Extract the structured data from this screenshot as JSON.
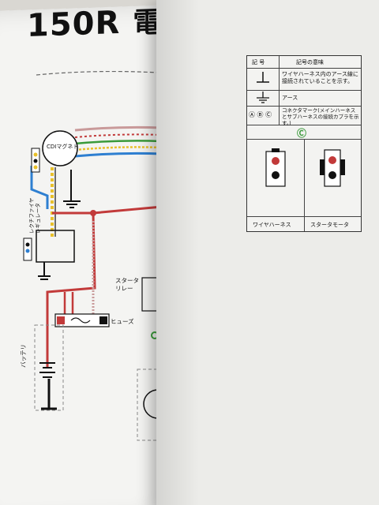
{
  "page": {
    "title_model": "150R",
    "title_kanji": "電"
  },
  "diagram_labels": {
    "cdi_magneto": "CDIマグネト",
    "rectifier": "レクチファイヤ\nレギュレータ",
    "starter_relay_line1": "スタータ",
    "starter_relay_line2": "リレー",
    "fuse": "ヒューズ",
    "battery": "バッテリ"
  },
  "legend": {
    "header_symbol": "記 号",
    "header_meaning": "記号の意味",
    "rows": [
      {
        "symbol": "wire-harness-ground-icon",
        "meaning": "ワイヤハーネス内のアース線に接続されていることを示す。"
      },
      {
        "symbol": "ground-icon",
        "meaning": "アース"
      },
      {
        "symbol": "connector-marks-icon",
        "symbol_text": "Ⓐ Ⓑ Ⓒ",
        "meaning": "コネクタマーク(メインハーネスとサブハーネスの接続カプラを示す。)"
      }
    ],
    "marker": "Ⓒ",
    "caption_left": "ワイヤハーネス",
    "caption_right": "スタータモータ"
  },
  "colors": {
    "wire_red": "#c23a3a",
    "wire_blue": "#2e7fd1",
    "wire_green": "#3a9a3a",
    "wire_yellow": "#e8c02a",
    "wire_pink": "#c99a9a",
    "wire_black": "#111111"
  }
}
